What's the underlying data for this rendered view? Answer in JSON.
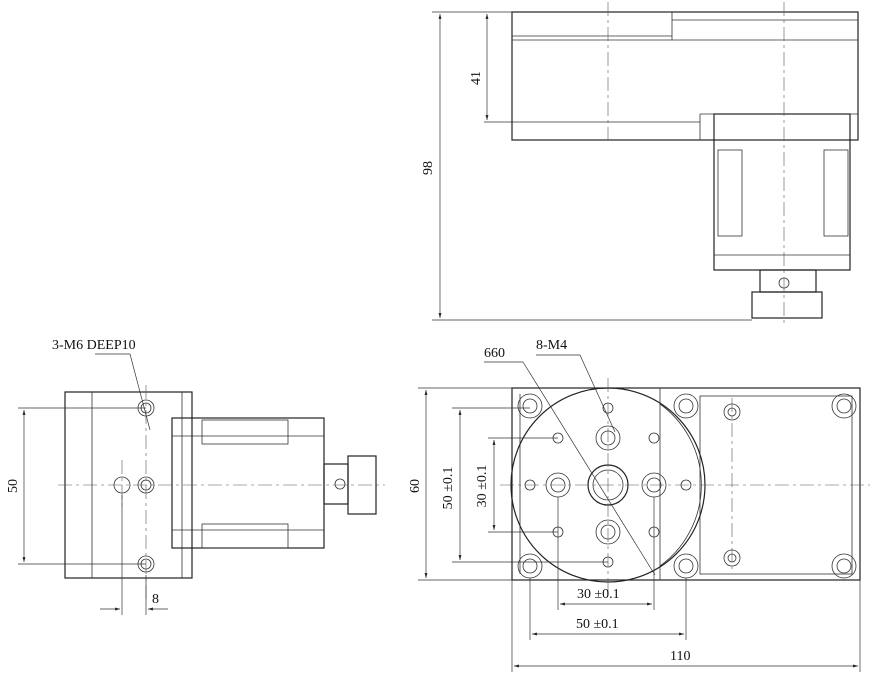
{
  "labels": {
    "top_height_98": "98",
    "top_height_41": "41",
    "left_width_50": "50",
    "left_offset_8": "8",
    "left_callout": "3-M6 DEEP10",
    "front_callout_660": "660",
    "front_callout_8m4": "8-M4",
    "front_height_60": "60",
    "front_vert_50": "50 ±0.1",
    "front_vert_30": "30 ±0.1",
    "front_horiz_30": "30 ±0.1",
    "front_horiz_50": "50 ±0.1",
    "front_width_110": "110"
  }
}
